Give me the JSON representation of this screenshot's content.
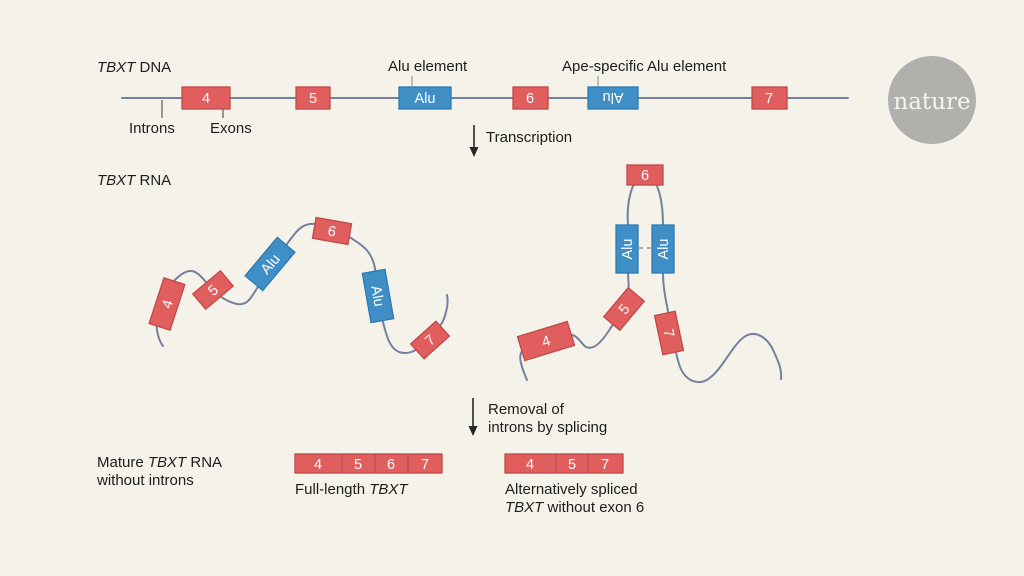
{
  "dna": {
    "label_gene": "TBXT",
    "label_suffix": " DNA",
    "alu_callout": "Alu element",
    "ape_callout": "Ape-specific Alu element",
    "introns_label": "Introns",
    "exons_label": "Exons",
    "elements": [
      {
        "kind": "exon",
        "label": "4"
      },
      {
        "kind": "exon",
        "label": "5"
      },
      {
        "kind": "alu",
        "label": "Alu"
      },
      {
        "kind": "exon",
        "label": "6"
      },
      {
        "kind": "alu",
        "label": "Alu",
        "orientation": "inverted"
      },
      {
        "kind": "exon",
        "label": "7"
      }
    ]
  },
  "transcription": {
    "label": "Transcription"
  },
  "rna": {
    "label_gene": "TBXT",
    "label_suffix": " RNA",
    "left_strand": {
      "exon4": "4",
      "exon5": "5",
      "alu1": "Alu",
      "exon6": "6",
      "alu2": "Alu",
      "exon7": "7"
    },
    "right_strand": {
      "exon4": "4",
      "exon5": "5",
      "alu1": "Alu",
      "alu2": "Alu",
      "exon6": "6",
      "exon7": "7"
    }
  },
  "splicing": {
    "line1": "Removal of",
    "line2": "introns by splicing"
  },
  "mature": {
    "label_pre": "Mature ",
    "label_gene": "TBXT",
    "label_post": " RNA",
    "label_line2": "without introns",
    "full": {
      "cells": [
        "4",
        "5",
        "6",
        "7"
      ],
      "caption_pre": "Full-length ",
      "caption_gene": "TBXT"
    },
    "alt": {
      "cells": [
        "4",
        "5",
        "7"
      ],
      "caption_line1": "Alternatively spliced",
      "caption_gene": "TBXT",
      "caption_rest": " without exon 6"
    }
  },
  "logo": {
    "text": "nature"
  },
  "colors": {
    "background": "#f4f2e9",
    "exon_fill": "#e05e5e",
    "exon_border": "#c24848",
    "alu_fill": "#3f8fc6",
    "alu_border": "#2d7ab4",
    "strand": "#74819e",
    "text": "#1d1d1b",
    "logo_gray": "#b1b0ac"
  }
}
